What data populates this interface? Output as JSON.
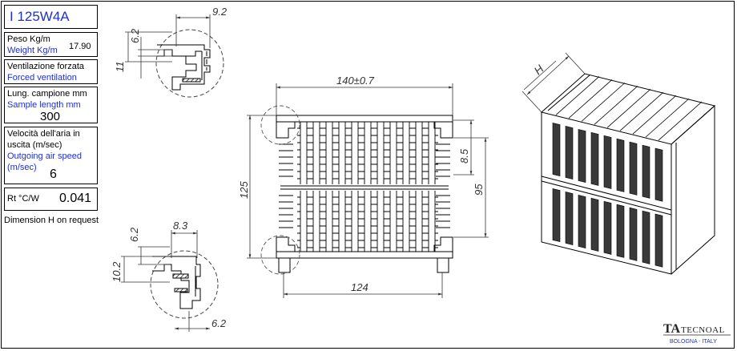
{
  "code": "I 125W4A",
  "weight": {
    "label_it": "Peso Kg/m",
    "label_en": "Weight Kg/m",
    "value": "17.90"
  },
  "ventilation": {
    "label_it": "Ventilazione forzata",
    "label_en": "Forced ventilation"
  },
  "sample_length": {
    "label_it": "Lung. campione mm",
    "label_en": "Sample length mm",
    "value": "300"
  },
  "air_speed": {
    "label_it_1": "Velocità dell'aria in",
    "label_it_2": "uscita (m/sec)",
    "label_en_1": "Outgoing air speed",
    "label_en_2": "(m/sec)",
    "value": "6"
  },
  "thermal_resistance": {
    "label": "Rt °C/W",
    "value": "0.041"
  },
  "note": "Dimension H  on request",
  "dimensions": {
    "top_detail_width": "9.2",
    "top_detail_height": "6.2",
    "top_detail_side": "11",
    "overall_width": "140±0.7",
    "fin_gap": "8.5",
    "inner_height": "95",
    "overall_height": "125",
    "base_width": "124",
    "bottom_detail_width": "8.3",
    "bottom_detail_height": "6.2",
    "bottom_detail_side": "10.2",
    "bottom_detail_base": "6.2",
    "iso_label": "H"
  },
  "brand": {
    "name": "TECNOAL",
    "mark": "TA",
    "location": "BOLOGNA - ITALY"
  },
  "colors": {
    "accent_text": "#1f2fd0",
    "line": "#000000",
    "dim_line": "#333333"
  }
}
